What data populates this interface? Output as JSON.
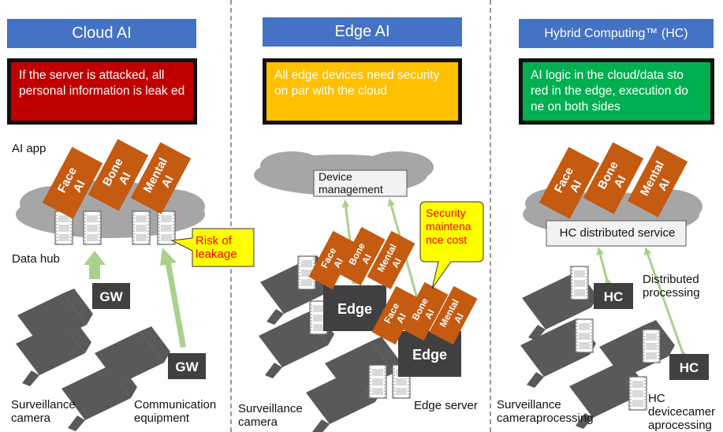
{
  "columns": [
    {
      "title": "Cloud AI",
      "note": "If the server is attacked, all personal information is leak ed",
      "note_bg": "#c00000",
      "note_color": "#ffffff",
      "labels": {
        "app": "AI app",
        "hub": "Data hub",
        "camera": "Surveillance camera",
        "equipment": "Communication equipment"
      },
      "callout": "Risk of leakage",
      "gw": "GW"
    },
    {
      "title": "Edge AI",
      "note": "All edge devices need security on par with the cloud",
      "note_bg": "#ffc000",
      "note_color": "#ffffff",
      "labels": {
        "device_mgmt": "Device management",
        "camera": "Surveillance camera",
        "server": "Edge server"
      },
      "callout": "Security maintena nce cost",
      "edge": "Edge"
    },
    {
      "title": "Hybrid Computing™ (HC)",
      "note": "AI logic in the cloud/data sto red in the edge, execution do ne on both sides",
      "note_bg": "#00b050",
      "note_color": "#ffffff",
      "labels": {
        "service": "HC distributed service",
        "distributed": "Distributed processing",
        "camera": "Surveillance cameraprocessing",
        "hc_device": "HC devicecamer aprocessing"
      },
      "hc": "HC"
    }
  ],
  "ai_tags": [
    "Face AI",
    "Bone AI",
    "Mental AI"
  ],
  "colors": {
    "header": "#4472c4",
    "cloud": "#a6a6a6",
    "ai_tag": "#c55a11",
    "camera": "#595959",
    "arrow": "#a9d18e",
    "callout_bg": "#ffff00",
    "callout_text": "#ff0000"
  }
}
